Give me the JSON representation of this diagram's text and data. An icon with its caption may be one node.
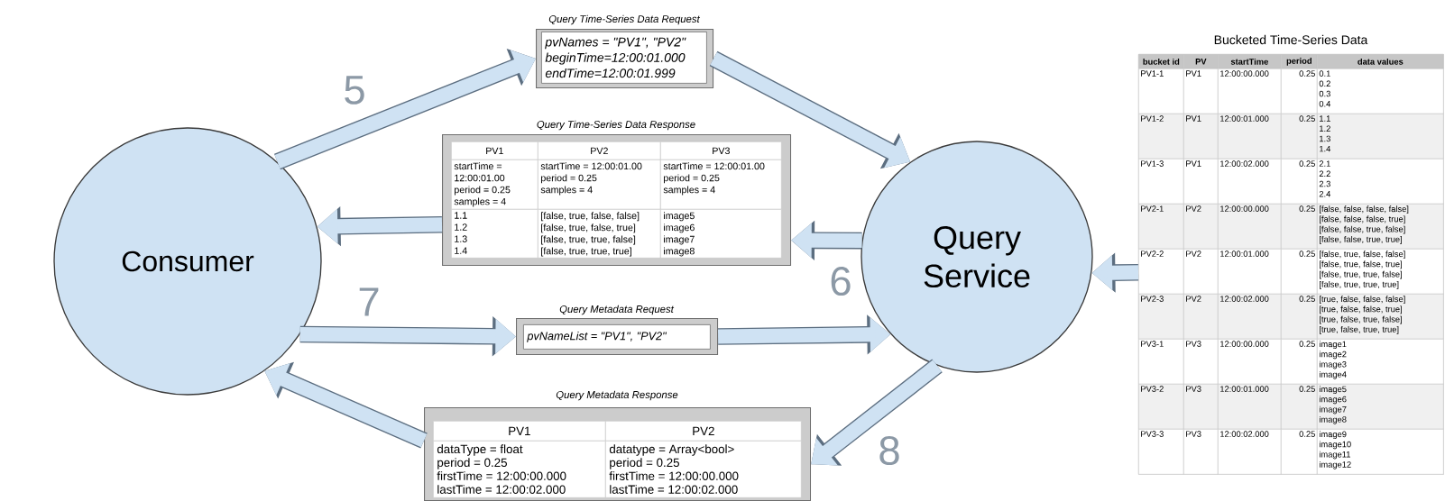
{
  "diagram": {
    "nodes": [
      {
        "text": [
          "Consumer"
        ]
      },
      {
        "text": [
          "Query Service"
        ]
      },
      {
        "text": [
          "Query Time-Series Data Request"
        ]
      },
      {
        "text": [
          "pvNames = \"PV1\", \"PV2\"",
          "beginTime=12:00:01.000",
          "endTime=12:00:01.999"
        ],
        "in": 2
      },
      {
        "text": [
          "Query Time-Series Data Response"
        ]
      },
      {
        "text": [
          "PV1"
        ],
        "in": 4
      },
      {
        "text": [
          "PV2"
        ],
        "in": 4
      },
      {
        "text": [
          "PV3"
        ],
        "in": 4
      },
      {
        "text": [
          "startTime = 12:00:01.00",
          "period = 0.25",
          "samples = 4"
        ],
        "in": 4
      },
      {
        "text": [
          "startTime = 12:00:01.00",
          "period = 0.25",
          "samples = 4"
        ],
        "in": 4
      },
      {
        "text": [
          "startTime = 12:00:01.00",
          "period = 0.25",
          "samples = 4"
        ],
        "in": 4
      },
      {
        "text": [
          "1.1",
          "1.2",
          "1.3",
          "1.4"
        ],
        "in": 4
      },
      {
        "text": [
          "[false, true, false, false]",
          "[false, true, false, true]",
          "[false, true, true, false]",
          "[false, true, true, true]"
        ],
        "in": 4
      },
      {
        "text": [
          "image5",
          "image6",
          "image7",
          "image8"
        ],
        "in": 4
      },
      {
        "text": [
          "Query Metadata Request"
        ]
      },
      {
        "text": [
          "pvNameList = \"PV1\", \"PV2\""
        ],
        "in": 14
      },
      {
        "text": [
          "Query Metadata Response"
        ]
      },
      {
        "text": [
          "PV1"
        ],
        "in": 16
      },
      {
        "text": [
          "PV2"
        ],
        "in": 16
      },
      {
        "text": [
          "dataType = float",
          "period = 0.25",
          "firstTime = 12:00:00.000",
          "lastTime = 12:00:02.000"
        ],
        "in": 16
      },
      {
        "text": [
          "datatype = Array<bool>",
          "period = 0.25",
          "firstTime = 12:00:00.000",
          "lastTime = 12:00:02.000"
        ],
        "in": 16
      },
      {
        "text": [
          "Bucketed Time-Series Data"
        ]
      },
      {
        "text": [
          "bucket id"
        ],
        "in": 21
      },
      {
        "text": [
          "PV"
        ],
        "in": 21
      },
      {
        "text": [
          "startTime"
        ],
        "in": 21
      },
      {
        "text": [
          "period"
        ],
        "in": 21
      },
      {
        "text": [
          "data values"
        ],
        "in": 21
      },
      {
        "text": [
          "PV1-1"
        ],
        "in": 21
      },
      {
        "text": [
          "PV1"
        ],
        "in": 21
      },
      {
        "text": [
          "12:00:00.000"
        ],
        "in": 21
      },
      {
        "text": [
          "0.25"
        ],
        "in": 21
      },
      {
        "text": [
          "0.1",
          "0.2",
          "0.3",
          "0.4"
        ],
        "in": 21
      },
      {
        "text": [
          "PV1-2"
        ],
        "in": 21
      },
      {
        "text": [
          "PV1"
        ],
        "in": 21
      },
      {
        "text": [
          "12:00:01.000"
        ],
        "in": 21
      },
      {
        "text": [
          "0.25"
        ],
        "in": 21
      },
      {
        "text": [
          "1.1",
          "1.2",
          "1.3",
          "1.4"
        ],
        "in": 21
      },
      {
        "text": [
          "PV1-3"
        ],
        "in": 21
      },
      {
        "text": [
          "PV1"
        ],
        "in": 21
      },
      {
        "text": [
          "12:00:02.000"
        ],
        "in": 21
      },
      {
        "text": [
          "0.25"
        ],
        "in": 21
      },
      {
        "text": [
          "2.1",
          "2.2",
          "2.3",
          "2.4"
        ],
        "in": 21
      },
      {
        "text": [
          "PV2-1"
        ],
        "in": 21
      },
      {
        "text": [
          "PV2"
        ],
        "in": 21
      },
      {
        "text": [
          "12:00:00.000"
        ],
        "in": 21
      },
      {
        "text": [
          "0.25"
        ],
        "in": 21
      },
      {
        "text": [
          "[false, false, false, false]",
          "[false, false, false, true]",
          "[false, false, true, false]",
          "[false, false, true, true]"
        ],
        "in": 21
      },
      {
        "text": [
          "PV2-2"
        ],
        "in": 21
      },
      {
        "text": [
          "PV2"
        ],
        "in": 21
      },
      {
        "text": [
          "12:00:01.000"
        ],
        "in": 21
      },
      {
        "text": [
          "0.25"
        ],
        "in": 21
      },
      {
        "text": [
          "[false, true, false, false]",
          "[false, true, false, true]",
          "[false, true, true, false]",
          "[false, true, true, true]"
        ],
        "in": 21
      },
      {
        "text": [
          "PV2-3"
        ],
        "in": 21
      },
      {
        "text": [
          "PV2"
        ],
        "in": 21
      },
      {
        "text": [
          "12:00:02.000"
        ],
        "in": 21
      },
      {
        "text": [
          "0.25"
        ],
        "in": 21
      },
      {
        "text": [
          "[true, false, false, false]",
          "[true, false, false, true]",
          "[true, false, true, false]",
          "[true, false, true, true]"
        ],
        "in": 21
      },
      {
        "text": [
          "PV3-1"
        ],
        "in": 21
      },
      {
        "text": [
          "PV3"
        ],
        "in": 21
      },
      {
        "text": [
          "12:00:00.000"
        ],
        "in": 21
      },
      {
        "text": [
          "0.25"
        ],
        "in": 21
      },
      {
        "text": [
          "image1",
          "image2",
          "image3",
          "image4"
        ],
        "in": 21
      },
      {
        "text": [
          "PV3-2"
        ],
        "in": 21
      },
      {
        "text": [
          "PV3"
        ],
        "in": 21
      },
      {
        "text": [
          "12:00:01.000"
        ],
        "in": 21
      },
      {
        "text": [
          "0.25"
        ],
        "in": 21
      },
      {
        "text": [
          "image5",
          "image6",
          "image7",
          "image8"
        ],
        "in": 21
      },
      {
        "text": [
          "PV3-3"
        ],
        "in": 21
      },
      {
        "text": [
          "PV3"
        ],
        "in": 21
      },
      {
        "text": [
          "12:00:02.000"
        ],
        "in": 21
      },
      {
        "text": [
          "0.25"
        ],
        "in": 21
      },
      {
        "text": [
          "image9",
          "image10",
          "image11",
          "image12"
        ],
        "in": 21
      }
    ],
    "edges": [
      {
        "from": 0,
        "to": 2,
        "arrow": "to",
        "label": "5"
      },
      {
        "from": 2,
        "to": 1,
        "arrow": "to"
      },
      {
        "from": 1,
        "to": 4,
        "arrow": "to",
        "label": "6"
      },
      {
        "from": 4,
        "to": 0,
        "arrow": "to"
      },
      {
        "from": 0,
        "to": 14,
        "arrow": "to",
        "label": "7"
      },
      {
        "from": 14,
        "to": 1,
        "arrow": "to"
      },
      {
        "from": 1,
        "to": 16,
        "arrow": "to",
        "label": "8"
      },
      {
        "from": 16,
        "to": 0,
        "arrow": "to"
      },
      {
        "from": 21,
        "to": 1,
        "arrow": "to"
      }
    ]
  }
}
